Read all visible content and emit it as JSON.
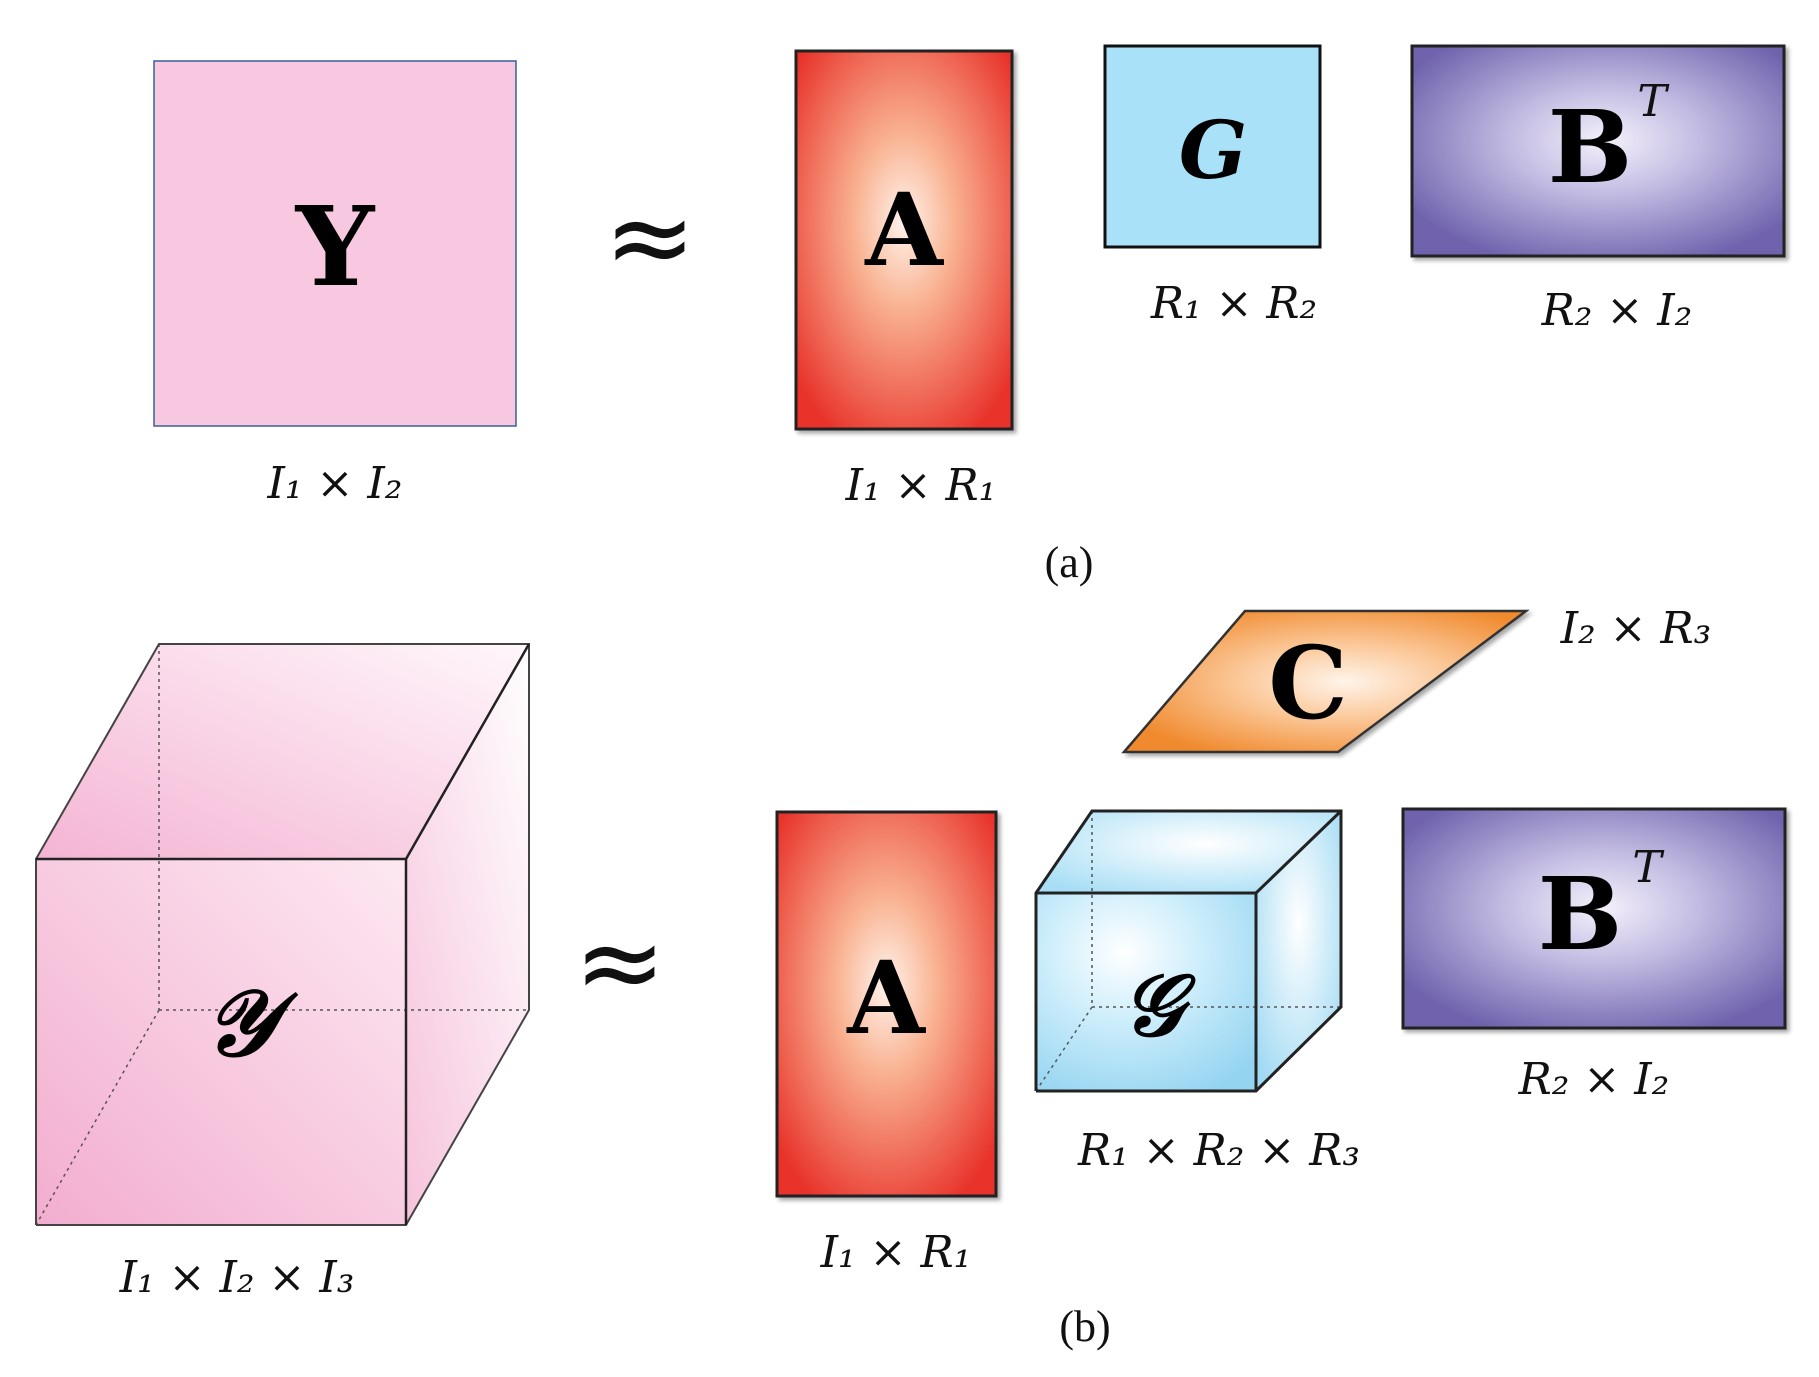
{
  "panel_a": {
    "approx_symbol": "≈",
    "caption": "(a)",
    "Y": {
      "letter": "Y",
      "dims": "I₁ × I₂",
      "color": "#f7c8df"
    },
    "A": {
      "letter": "A",
      "dims": "I₁ × R₁",
      "color_edge": "#e8322a",
      "color_center": "#fff3ec"
    },
    "G": {
      "letter": "G",
      "dims": "R₁ × R₂",
      "color": "#a9e1f9"
    },
    "B": {
      "letter": "B",
      "superscript": "T",
      "dims": "R₂ × I₂",
      "color_edge": "#6f62ad",
      "color_center": "#f4f1fb"
    }
  },
  "panel_b": {
    "approx_symbol": "≈",
    "caption": "(b)",
    "Y": {
      "letter": "𝒴",
      "dims": "I₁ × I₂ × I₃",
      "color": "#f2a9cc"
    },
    "A": {
      "letter": "A",
      "dims": "I₁ × R₁"
    },
    "G": {
      "letter": "𝒢",
      "dims": "R₁ × R₂ × R₃",
      "color": "#9fd9f3"
    },
    "B": {
      "letter": "B",
      "superscript": "T",
      "dims": "R₂ × I₂"
    },
    "C": {
      "letter": "C",
      "dims": "I₂ × R₃",
      "color_edge": "#f08a2e",
      "color_center": "#fff4ea"
    }
  }
}
